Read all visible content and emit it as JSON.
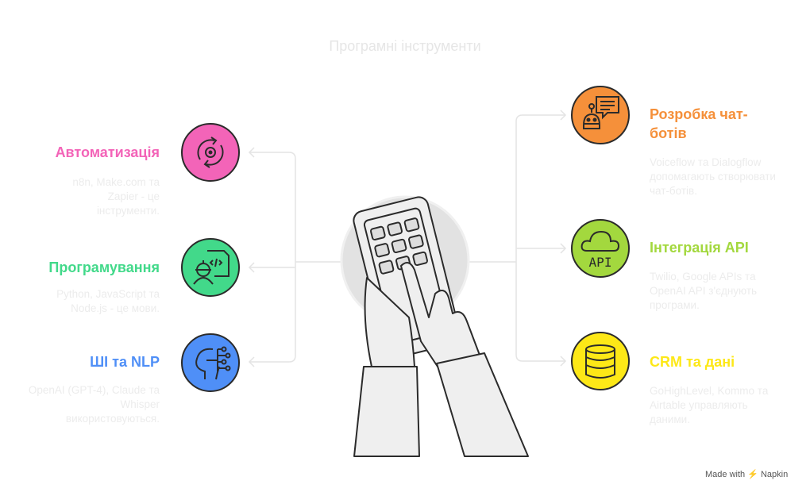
{
  "title": "Програмні інструменти",
  "left": [
    {
      "heading": "Автоматизація",
      "desc": "n8n, Make.com та Zapier - це інструменти.",
      "color": "#f364b8",
      "icon": "automation-gear-icon"
    },
    {
      "heading": "Програмування",
      "desc": "Python, JavaScript та Node.js - це мови.",
      "color": "#42d98a",
      "icon": "developer-code-icon"
    },
    {
      "heading": "ШІ та NLP",
      "desc": "OpenAI (GPT-4), Claude та Whisper використовуються.",
      "color": "#4f8ff7",
      "icon": "ai-head-icon"
    }
  ],
  "right": [
    {
      "heading": "Розробка чат-ботів",
      "desc": "Voiceflow та Dialogflow допомагають створювати чат-ботів.",
      "color": "#f5903a",
      "icon": "chatbot-icon"
    },
    {
      "heading": "Інтеграція API",
      "desc": "Twilio, Google APIs та OpenAI API з'єднують програми.",
      "color": "#a3d83e",
      "icon": "cloud-api-icon"
    },
    {
      "heading": "CRM та дані",
      "desc": "GoHighLevel, Kommo та Airtable управляють даними.",
      "color": "#fde817",
      "icon": "database-icon"
    }
  ],
  "api_label": "API",
  "footer": "Made with ⚡ Napkin"
}
